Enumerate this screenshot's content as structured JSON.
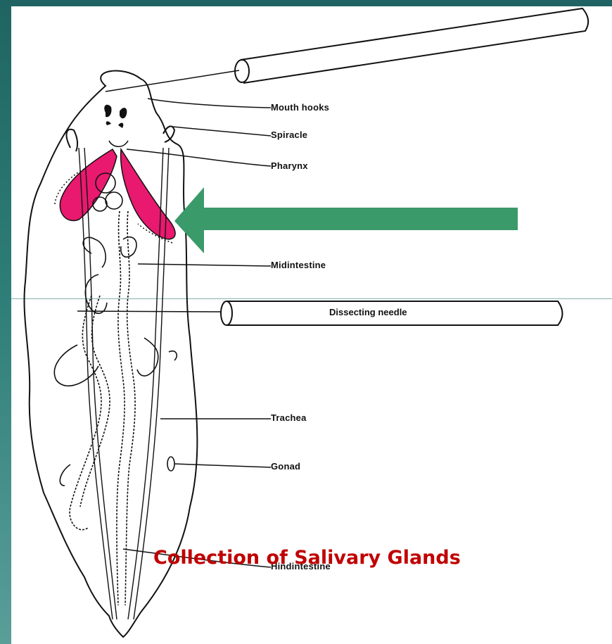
{
  "labels": {
    "mouth_hooks": "Mouth hooks",
    "spiracle": "Spiracle",
    "pharynx": "Pharynx",
    "midintestine": "Midintestine",
    "dissecting_needle": "Dissecting needle",
    "trachea": "Trachea",
    "gonad": "Gonad",
    "hindintestine": "Hindintestine"
  },
  "caption": "Collection of Salivary Glands",
  "colors": {
    "frame": "#1f6462",
    "glands": "#e8196e",
    "arrow": "#3a9a6a",
    "caption": "#c00000"
  }
}
